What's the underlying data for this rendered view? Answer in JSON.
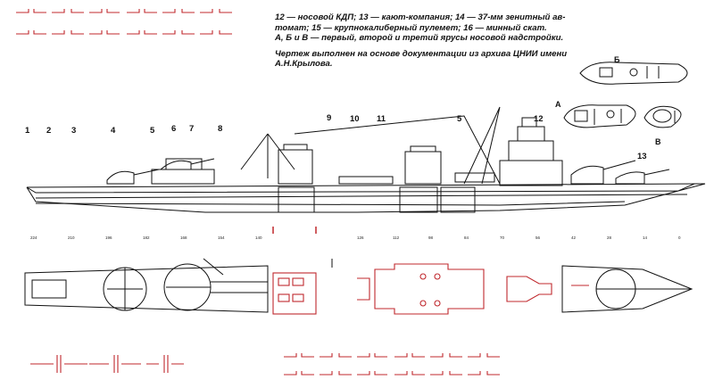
{
  "legend": {
    "line1": "12 — носовой КДП; 13 — кают-компания; 14 — 37-мм зенитный ав-",
    "line2": "томат; 15 — крупнокалиберный пулемет; 16 — минный скат.",
    "line3": "А, Б и В — первый, второй и третий ярусы носовой надстройки.",
    "source1": "Чертеж выполнен на основе документации из архива ЦНИИ имени",
    "source2": "А.Н.Крылова."
  },
  "callouts": [
    "1",
    "2",
    "3",
    "4",
    "5",
    "6",
    "7",
    "8",
    "9",
    "10",
    "11",
    "5",
    "12",
    "13"
  ],
  "views": {
    "a": "А",
    "b": "Б",
    "c": "В"
  },
  "frame_numbers": [
    "224",
    "210",
    "196",
    "182",
    "168",
    "154",
    "140",
    "126",
    "112",
    "98",
    "84",
    "70",
    "56",
    "42",
    "28",
    "14",
    "0"
  ],
  "colors": {
    "ink": "#111111",
    "accent_red": "#c0282d"
  }
}
